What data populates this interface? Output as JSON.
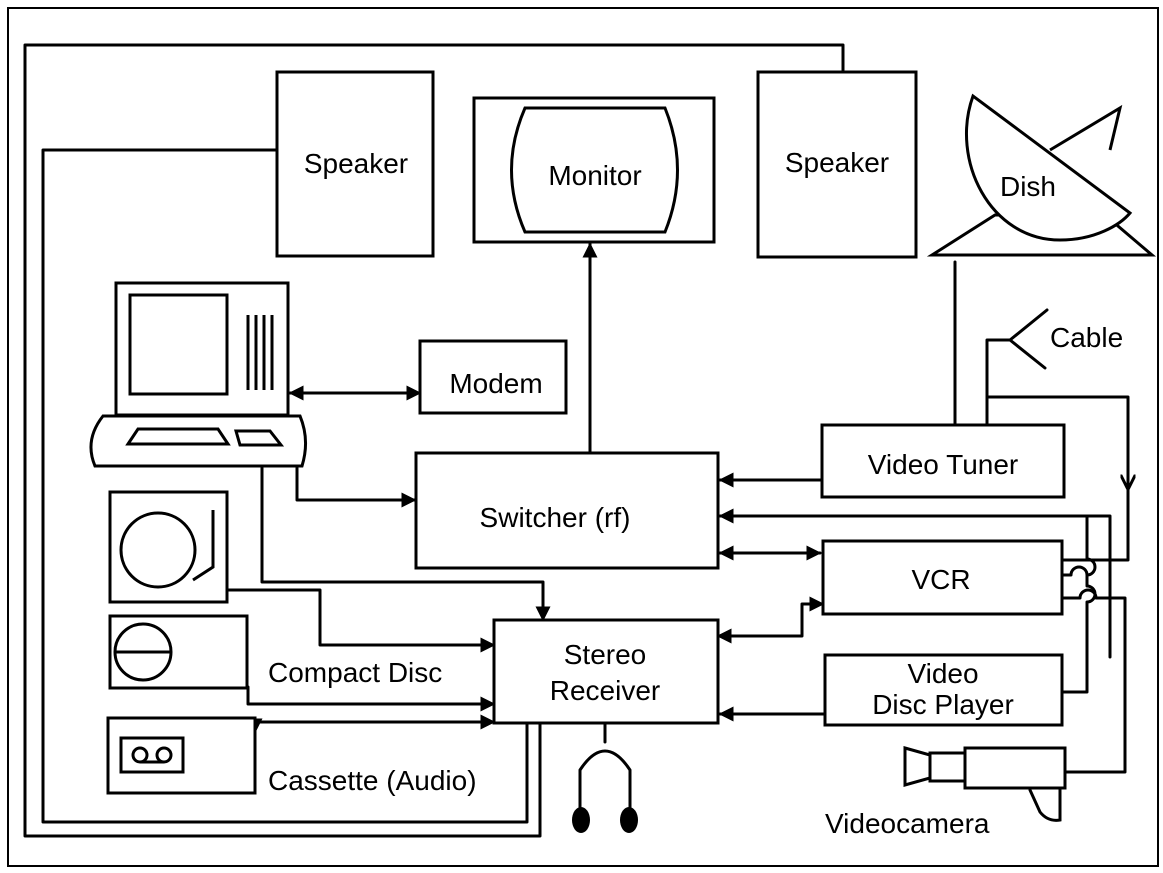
{
  "labels": {
    "speaker_left": "Speaker",
    "monitor": "Monitor",
    "speaker_right": "Speaker",
    "dish": "Dish",
    "cable": "Cable",
    "modem": "Modem",
    "video_tuner": "Video Tuner",
    "switcher": "Switcher (rf)",
    "vcr": "VCR",
    "stereo_receiver_line1": "Stereo",
    "stereo_receiver_line2": "Receiver",
    "compact_disc": "Compact Disc",
    "video_disc_player_line1": "Video",
    "video_disc_player_line2": "Disc Player",
    "cassette": "Cassette (Audio)",
    "videocamera": "Videocamera"
  }
}
